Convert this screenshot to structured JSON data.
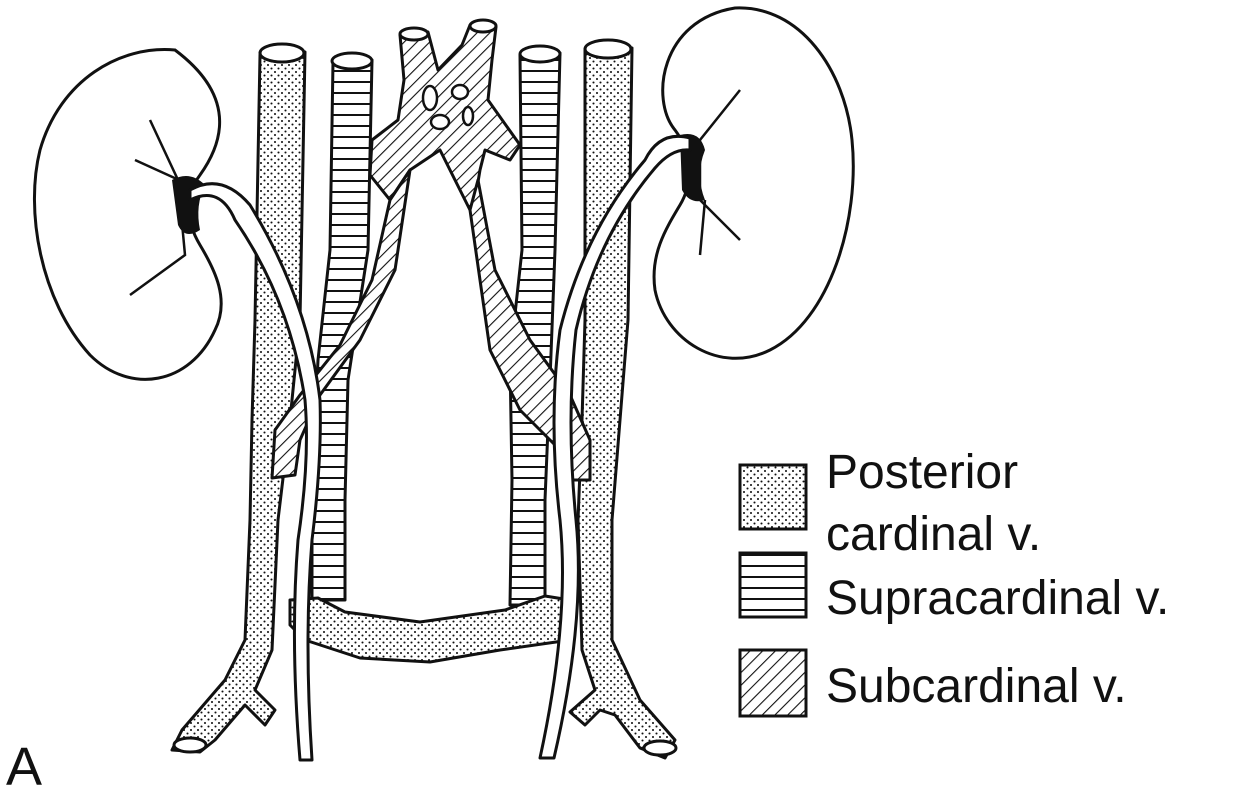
{
  "figure": {
    "panel_label": "A"
  },
  "legend": {
    "items": [
      {
        "pattern": "dotted",
        "lines": [
          "Posterior",
          "cardinal v."
        ]
      },
      {
        "pattern": "horizontal-lines",
        "lines": [
          "Supracardinal v."
        ]
      },
      {
        "pattern": "diagonal-hatch",
        "lines": [
          "Subcardinal v."
        ]
      }
    ]
  },
  "colors": {
    "ink": "#111111",
    "paper": "#ffffff"
  }
}
